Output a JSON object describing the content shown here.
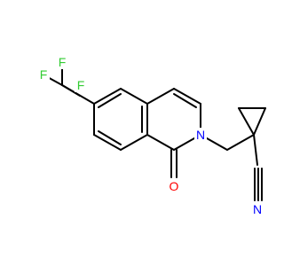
{
  "molecule": {
    "atoms": {
      "fluorine": "F",
      "oxygen": "O",
      "ring_nitrogen": "N",
      "nitrile_nitrogen": "N"
    },
    "colors": {
      "bond": "#000000",
      "fluorine": "#33cc33",
      "oxygen": "#ff0000",
      "nitrogen": "#0000ff"
    }
  }
}
